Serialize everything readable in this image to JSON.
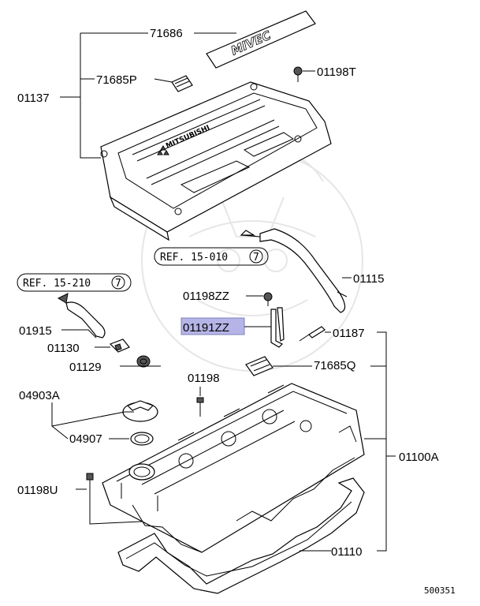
{
  "figure_id": "500351",
  "labels": {
    "p71686": "71686",
    "p71685P": "71685P",
    "p01137": "01137",
    "p01198T": "01198T",
    "p01115": "01115",
    "p01198ZZ": "01198ZZ",
    "p01191ZZ": "01191ZZ",
    "p01187": "01187",
    "p71685Q": "71685Q",
    "p01915": "01915",
    "p01130": "01130",
    "p01129": "01129",
    "p01198": "01198",
    "p04903A": "04903A",
    "p04907": "04907",
    "p01100A": "01100A",
    "p01198U": "01198U",
    "p01110": "01110"
  },
  "references": {
    "ref_a": {
      "text": "REF. 15-010",
      "number": "7"
    },
    "ref_b": {
      "text": "REF. 15-210",
      "number": "7"
    }
  },
  "cover_marking": "MITSUBISHI",
  "emblem_text": "MIVEC",
  "highlight": {
    "part": "01191ZZ",
    "color": "#b4b4e6"
  }
}
